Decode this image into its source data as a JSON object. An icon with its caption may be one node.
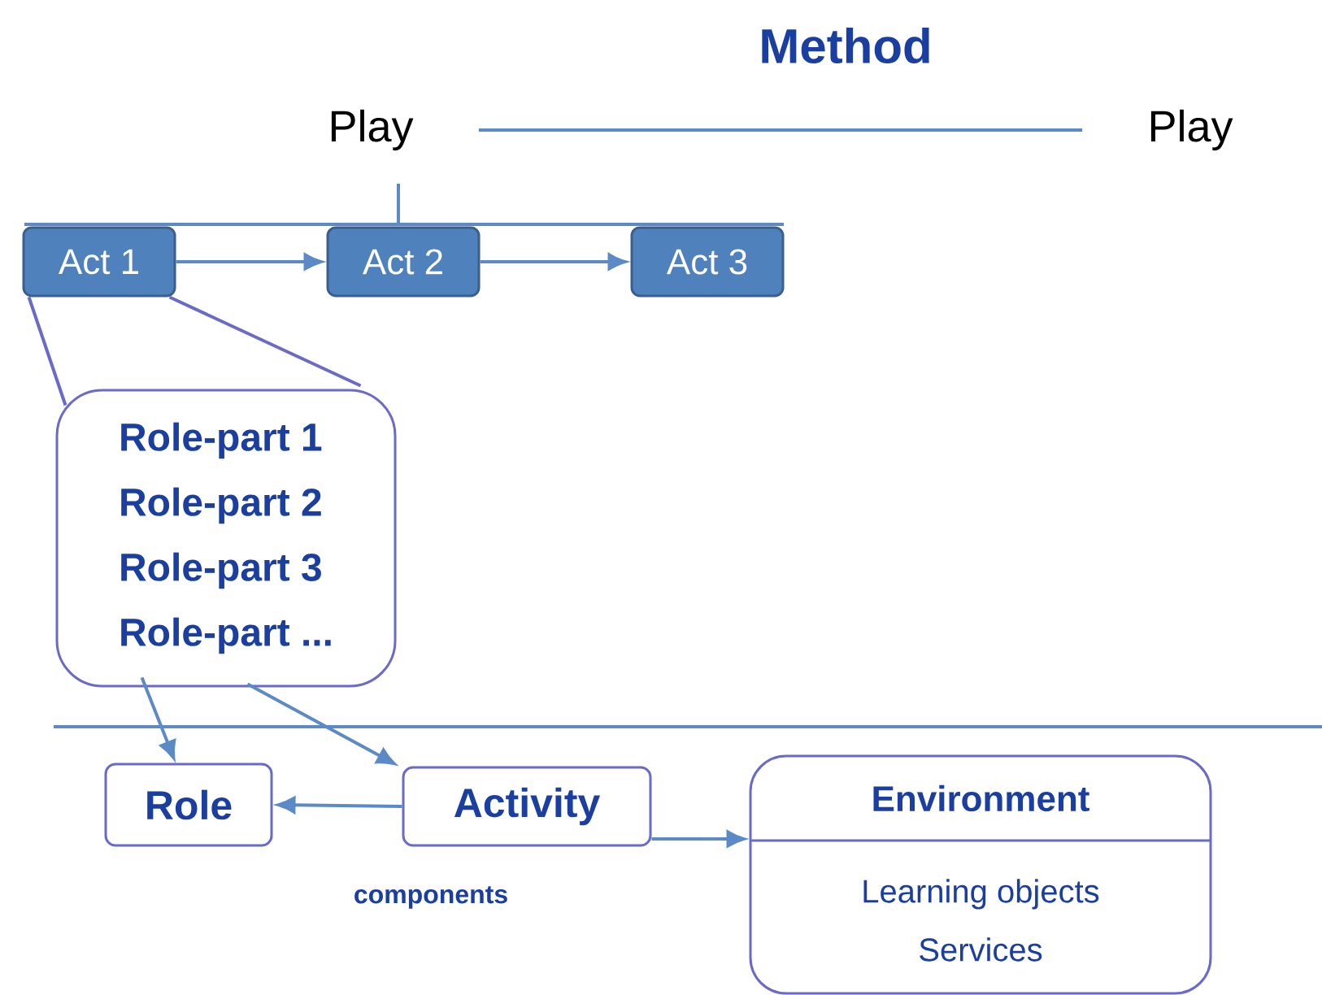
{
  "diagram": {
    "title": "Method",
    "nodes": [
      {
        "text": [
          "Play"
        ]
      },
      {
        "text": [
          "Play"
        ]
      },
      {
        "text": [
          "Act 1"
        ]
      },
      {
        "text": [
          "Act 2"
        ]
      },
      {
        "text": [
          "Act 3"
        ]
      },
      {
        "text": [
          "Role-part 1",
          "Role-part 2",
          "Role-part 3",
          "Role-part ..."
        ]
      },
      {
        "text": [
          "Role"
        ]
      },
      {
        "text": [
          "Activity"
        ]
      },
      {
        "text": [
          "Environment",
          "Learning objects",
          "Services"
        ]
      }
    ],
    "edges": [
      {
        "from": 0,
        "to": 1,
        "arrow": "none"
      },
      {
        "from": 2,
        "to": 3,
        "arrow": "to"
      },
      {
        "from": 3,
        "to": 4,
        "arrow": "to"
      },
      {
        "from": 2,
        "to": 5,
        "arrow": "none",
        "color": "#6a6ac8"
      },
      {
        "from": 5,
        "to": 6,
        "arrow": "to"
      },
      {
        "from": 5,
        "to": 7,
        "arrow": "to"
      },
      {
        "from": 7,
        "to": 6,
        "arrow": "to"
      },
      {
        "from": 7,
        "to": 8,
        "arrow": "to"
      }
    ],
    "labels": [
      "components"
    ]
  }
}
